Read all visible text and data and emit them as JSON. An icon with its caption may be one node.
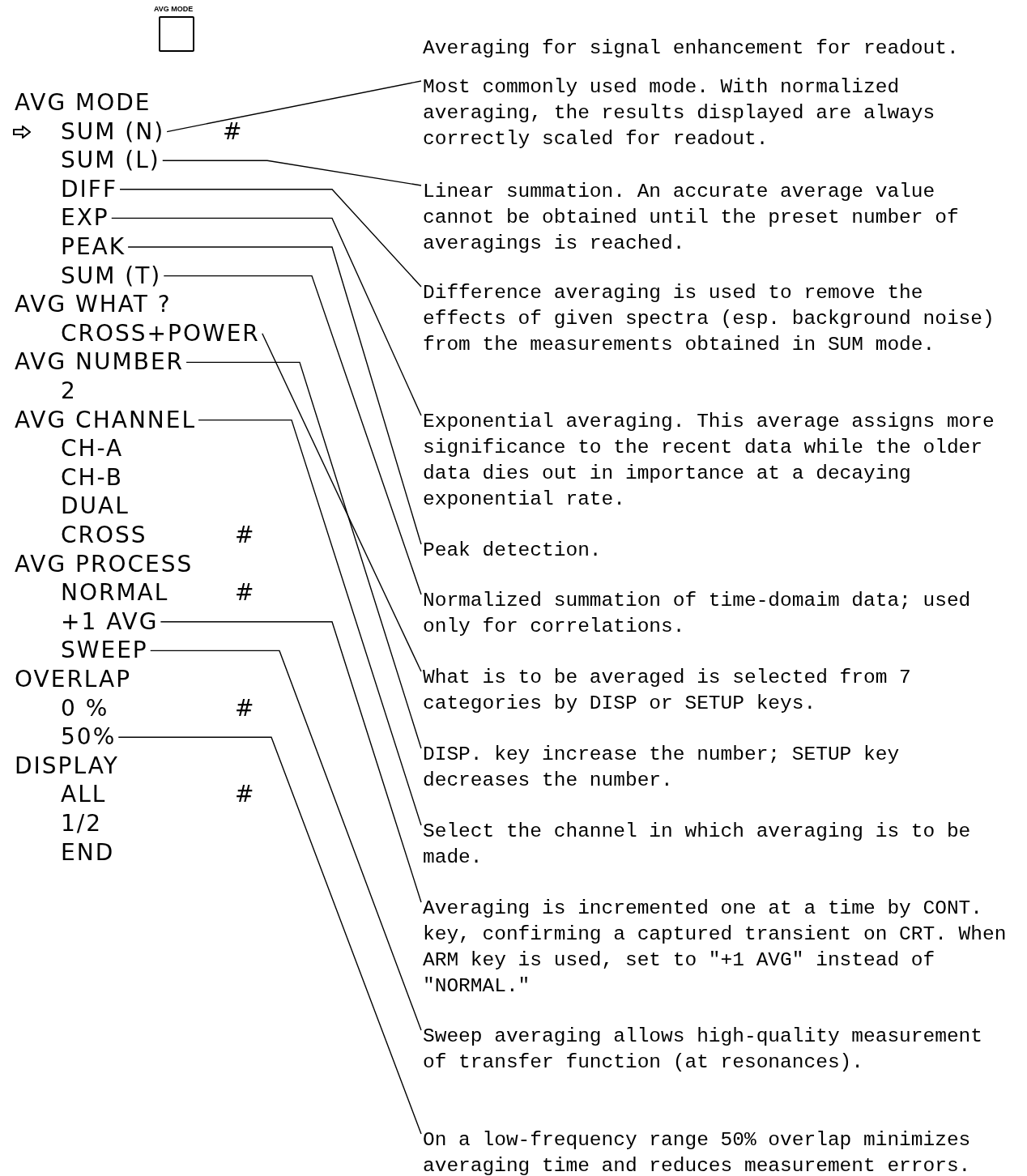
{
  "diagram": {
    "nodes": [
      {
        "text": [
          "AVG MODE"
        ]
      },
      {
        "text": [
          "SUM (N)"
        ],
        "beside": [
          "#"
        ]
      },
      {
        "text": [
          "SUM (L)"
        ]
      },
      {
        "text": [
          "DIFF"
        ]
      },
      {
        "text": [
          "EXP"
        ]
      },
      {
        "text": [
          "PEAK"
        ]
      },
      {
        "text": [
          "SUM (T)"
        ]
      },
      {
        "text": [
          "CROSS+POWER"
        ]
      },
      {
        "text": [
          "AVG NUMBER"
        ]
      },
      {
        "text": [
          "AVG CHANNEL"
        ]
      },
      {
        "text": [
          "+1 AVG"
        ]
      },
      {
        "text": [
          "SWEEP"
        ]
      },
      {
        "text": [
          "50%"
        ]
      },
      {
        "text": [
          "Most commonly used mode. With normalized averaging, the results displayed are always correctly scaled for readout."
        ]
      },
      {
        "text": [
          "Linear summation. An accurate average value cannot be obtained until the preset number of averagings is reached."
        ]
      },
      {
        "text": [
          "Difference averaging is used to remove the effects of given spectra (esp. background noise) from the measurements obtained in SUM mode."
        ]
      },
      {
        "text": [
          "Exponential averaging. This average assigns more significance to the recent data while the older data dies out in importance at a decaying exponential rate."
        ]
      },
      {
        "text": [
          "Peak detection."
        ]
      },
      {
        "text": [
          "Normalized summation of time-domaim data; used only for correlations."
        ]
      },
      {
        "text": [
          "What is to be averaged is selected from 7 categories by DISP or SETUP keys."
        ]
      },
      {
        "text": [
          "DISP. key increase the number; SETUP key decreases the number."
        ]
      },
      {
        "text": [
          "Select the channel in which averaging is to be made."
        ]
      },
      {
        "text": [
          "Averaging is incremented one at a time by CONT. key, confirming a captured transient on CRT. When ARM key is used, set to \"+1 AVG\" instead of \"NORMAL.\""
        ]
      },
      {
        "text": [
          "Sweep averaging allows high-quality measurement of transfer function (at resonances)."
        ]
      },
      {
        "text": [
          "On a low-frequency range 50% overlap minimizes averaging time and reduces measurement errors."
        ]
      }
    ],
    "edges": [
      {
        "from": 1,
        "to": 13,
        "arrow": "none"
      },
      {
        "from": 2,
        "to": 14,
        "arrow": "none"
      },
      {
        "from": 3,
        "to": 15,
        "arrow": "none"
      },
      {
        "from": 4,
        "to": 16,
        "arrow": "none"
      },
      {
        "from": 5,
        "to": 17,
        "arrow": "none"
      },
      {
        "from": 6,
        "to": 18,
        "arrow": "none"
      },
      {
        "from": 7,
        "to": 19,
        "arrow": "none"
      },
      {
        "from": 8,
        "to": 20,
        "arrow": "none"
      },
      {
        "from": 9,
        "to": 21,
        "arrow": "none"
      },
      {
        "from": 10,
        "to": 22,
        "arrow": "none"
      },
      {
        "from": 11,
        "to": 23,
        "arrow": "none"
      },
      {
        "from": 12,
        "to": 24,
        "arrow": "none"
      }
    ],
    "labels": [
      "AVG MODE",
      "AVG WHAT ?",
      "2",
      "CH-A",
      "CH-B",
      "DUAL",
      "CROSS",
      "#",
      "AVG PROCESS",
      "NORMAL",
      "#",
      "OVERLAP",
      "0 %",
      "#",
      "DISPLAY",
      "ALL",
      "#",
      "1/2",
      "END",
      "Averaging for signal enhancement for readout."
    ]
  }
}
